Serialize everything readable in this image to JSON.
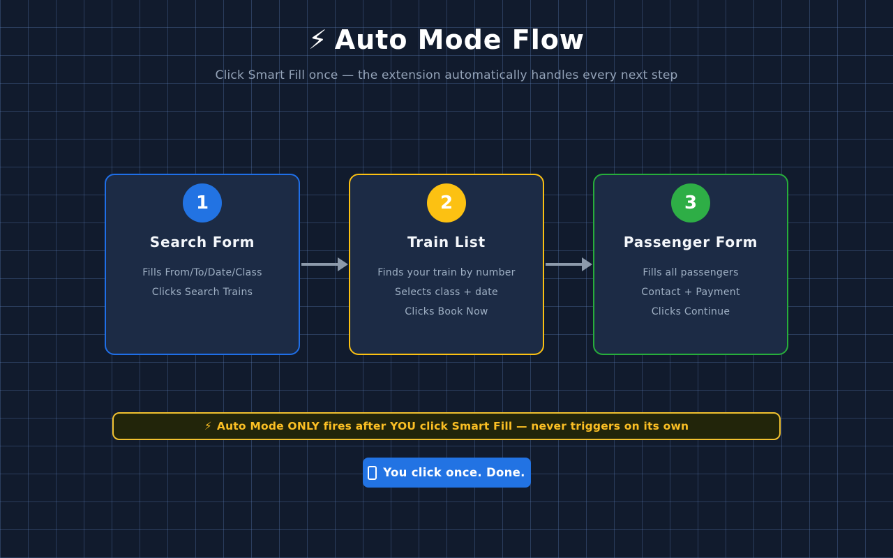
{
  "header": {
    "bolt_icon": "⚡",
    "title": "Auto Mode Flow",
    "subtitle": "Click Smart Fill once — the extension automatically handles every next step"
  },
  "steps": [
    {
      "number": "1",
      "title": "Search Form",
      "lines": [
        "Fills From/To/Date/Class",
        "Clicks Search Trains"
      ],
      "accent": "#1f6fe8",
      "badge_color": "#2273e3"
    },
    {
      "number": "2",
      "title": "Train List",
      "lines": [
        "Finds your train by number",
        "Selects class + date",
        "Clicks Book Now"
      ],
      "accent": "#fcc112",
      "badge_color": "#fcc112"
    },
    {
      "number": "3",
      "title": "Passenger Form",
      "lines": [
        "Fills all passengers",
        "Contact + Payment",
        "Clicks Continue"
      ],
      "accent": "#27ae3b",
      "badge_color": "#2eae46"
    }
  ],
  "banner": {
    "bolt_icon": "⚡",
    "text": "Auto Mode ONLY fires after YOU click Smart Fill — never triggers on its own",
    "text_color": "#fbbf24",
    "border_color": "#f2c230",
    "bg_color": "#22250a"
  },
  "cta": {
    "label": "You click once. Done.",
    "icon": "missing-glyph-box",
    "bg_color": "#2273e3"
  },
  "colors": {
    "page_bg": "#111b2d",
    "grid_line": "#31486e",
    "card_bg": "#1c2b45",
    "card_title": "#f4f7fb",
    "card_text": "#9fb0c4",
    "subtitle_text": "#94a3b8",
    "arrow": "#8d9aab"
  }
}
